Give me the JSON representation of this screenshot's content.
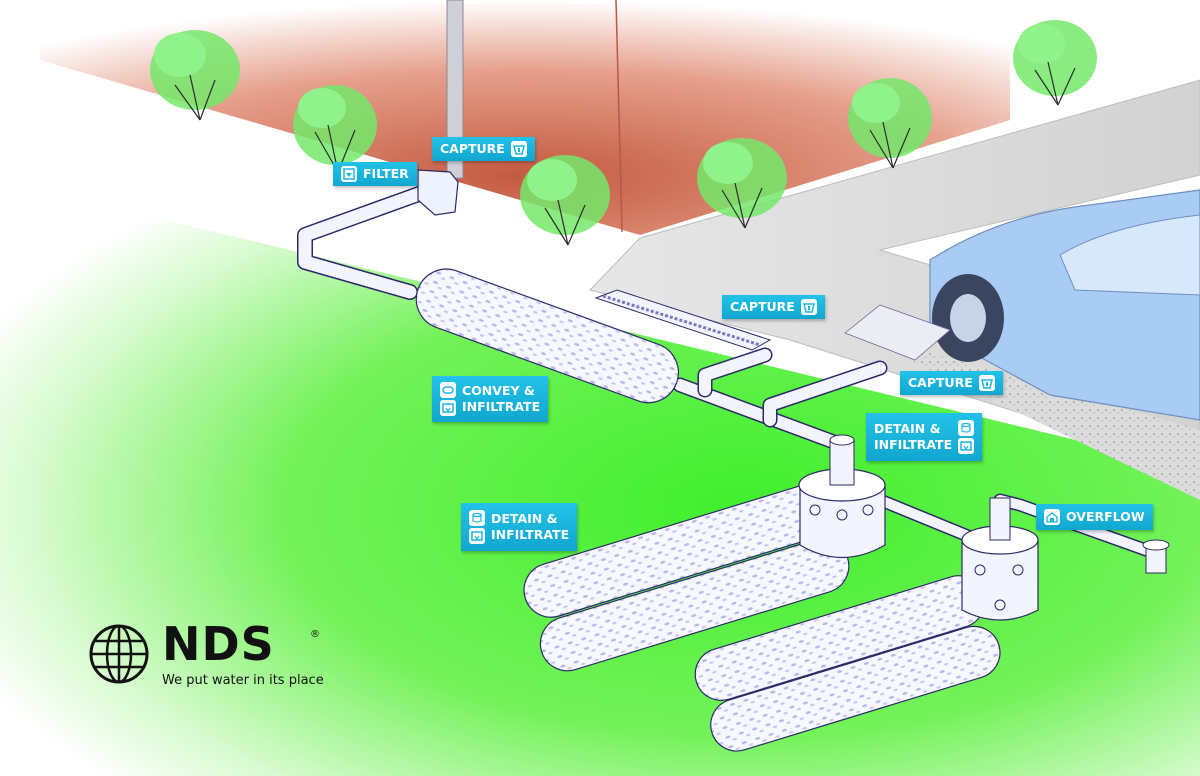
{
  "brand": {
    "name": "NDS",
    "registered": "®",
    "tagline": "We put water in its place"
  },
  "colors": {
    "callout": "#1bb6de",
    "lawn": "#4cf03a",
    "wall": "#c86a50",
    "pipe": "#f4f4ff",
    "pipe_outline": "#2a2a6a",
    "car": "#9ec4f2"
  },
  "callouts": [
    {
      "id": "filter",
      "lines": [
        "FILTER"
      ],
      "icons": [
        "filter-icon"
      ]
    },
    {
      "id": "capture-downspout",
      "lines": [
        "CAPTURE"
      ],
      "icons": [
        "capture-icon"
      ]
    },
    {
      "id": "capture-channel",
      "lines": [
        "CAPTURE"
      ],
      "icons": [
        "capture-icon"
      ]
    },
    {
      "id": "capture-paver",
      "lines": [
        "CAPTURE"
      ],
      "icons": [
        "capture-icon"
      ]
    },
    {
      "id": "convey-infiltrate",
      "lines": [
        "CONVEY &",
        "INFILTRATE"
      ],
      "icons": [
        "convey-icon",
        "infiltrate-icon"
      ]
    },
    {
      "id": "detain-infiltrate-upper",
      "lines": [
        "DETAIN &",
        "INFILTRATE"
      ],
      "icons": [
        "detain-icon",
        "infiltrate-icon"
      ]
    },
    {
      "id": "detain-infiltrate-lower",
      "lines": [
        "DETAIN &",
        "INFILTRATE"
      ],
      "icons": [
        "detain-icon",
        "infiltrate-icon"
      ]
    },
    {
      "id": "overflow",
      "lines": [
        "OVERFLOW"
      ],
      "icons": [
        "overflow-icon"
      ]
    }
  ]
}
